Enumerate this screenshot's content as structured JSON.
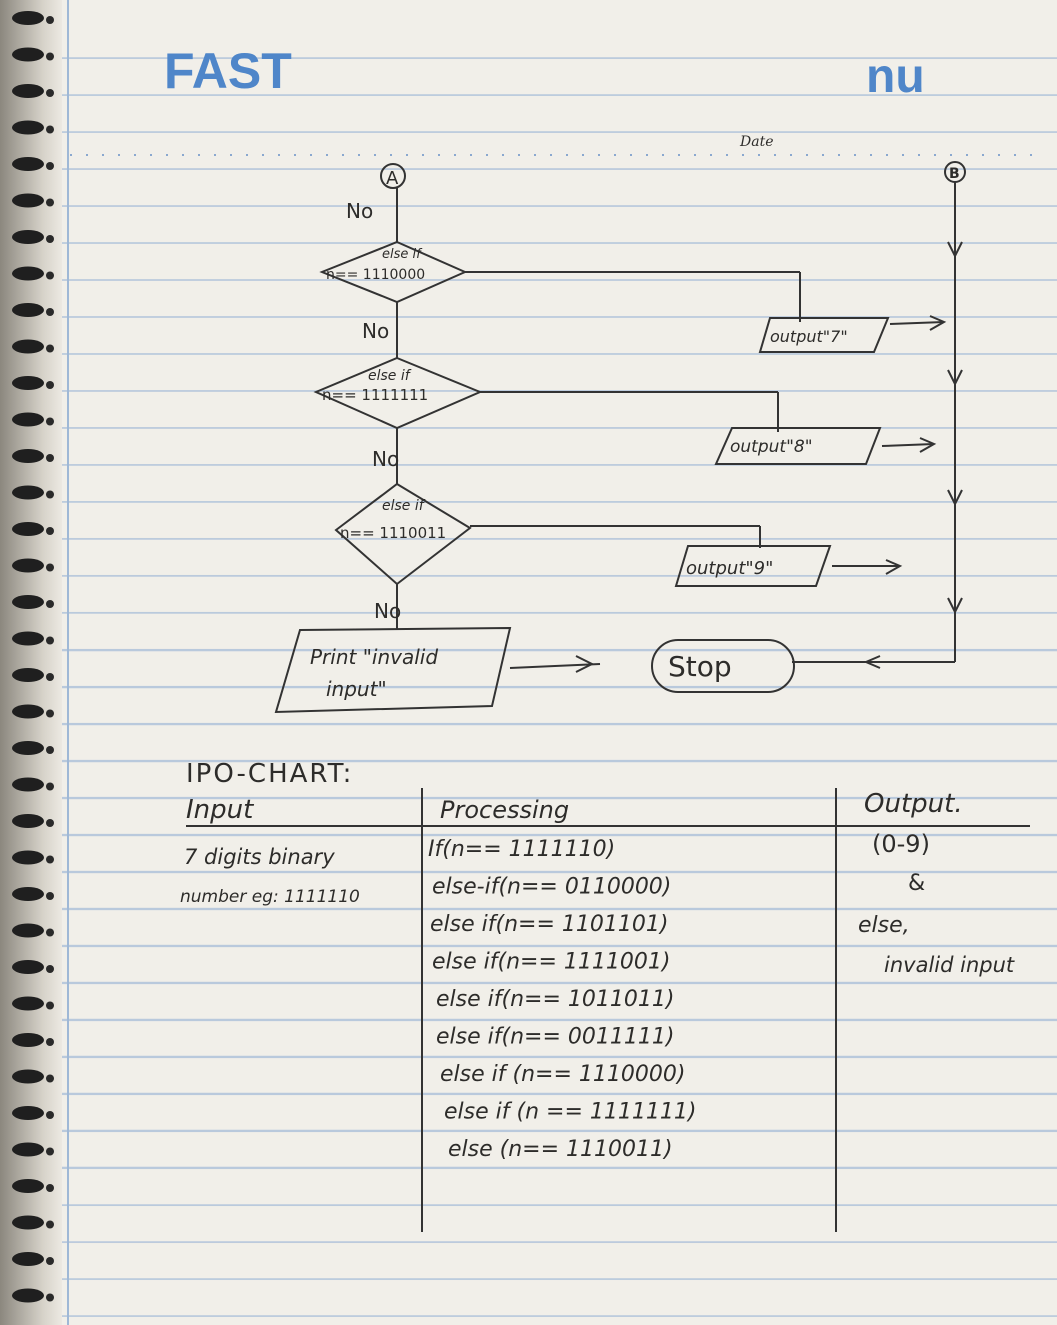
{
  "header": {
    "left_logo": "FAST",
    "right_logo": "nu",
    "date_label": "Date"
  },
  "connectors": {
    "a": "A",
    "b": "B"
  },
  "flowchart": {
    "decisions": [
      {
        "line1": "else if",
        "line2": "n== 1110000",
        "no_label": "No"
      },
      {
        "line1": "else if",
        "line2": "n== 1111111",
        "no_label": "No"
      },
      {
        "line1": "else if",
        "line2": "n== 1110011",
        "no_label": "No"
      }
    ],
    "top_no_label": "No",
    "outputs": [
      "output\"7\"",
      "output\"8\"",
      "output\"9\""
    ],
    "print_line1": "Print \"invalid",
    "print_line2": "input\"",
    "stop": "Stop"
  },
  "ipo": {
    "title": "IPO-CHART:",
    "headers": {
      "input": "Input",
      "processing": "Processing",
      "output": "Output."
    },
    "input_lines": [
      "7 digits binary",
      "number eg: 1111110"
    ],
    "processing_lines": [
      "If(n== 1111110)",
      "else-if(n== 0110000)",
      "else if(n== 1101101)",
      "else if(n== 1111001)",
      "else if(n== 1011011)",
      "else if(n== 0011111)",
      "else if (n== 1110000)",
      "else if (n == 1111111)",
      "else (n== 1110011)"
    ],
    "output_lines": [
      "(0-9)",
      "&",
      "else,",
      "invalid input"
    ]
  }
}
